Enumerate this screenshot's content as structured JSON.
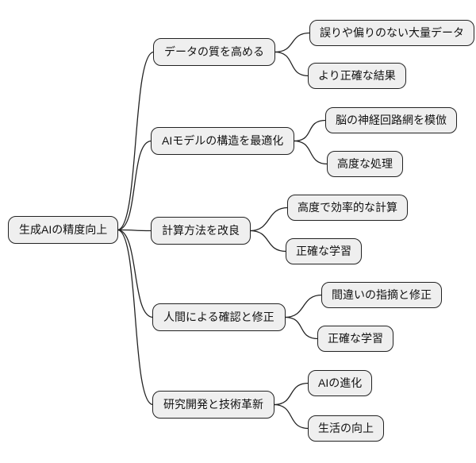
{
  "mindmap": {
    "root": {
      "label": "生成AIの精度向上"
    },
    "branches": [
      {
        "label": "データの質を高める",
        "children": [
          {
            "label": "誤りや偏りのない大量データ"
          },
          {
            "label": "より正確な結果"
          }
        ]
      },
      {
        "label": "AIモデルの構造を最適化",
        "children": [
          {
            "label": "脳の神経回路網を模倣"
          },
          {
            "label": "高度な処理"
          }
        ]
      },
      {
        "label": "計算方法を改良",
        "children": [
          {
            "label": "高度で効率的な計算"
          },
          {
            "label": "正確な学習"
          }
        ]
      },
      {
        "label": "人間による確認と修正",
        "children": [
          {
            "label": "間違いの指摘と修正"
          },
          {
            "label": "正確な学習"
          }
        ]
      },
      {
        "label": "研究開発と技術革新",
        "children": [
          {
            "label": "AIの進化"
          },
          {
            "label": "生活の向上"
          }
        ]
      }
    ],
    "colors": {
      "background": "#ffffff",
      "node_fill": "#efefef",
      "node_border": "#222222",
      "edge": "#222222"
    }
  }
}
